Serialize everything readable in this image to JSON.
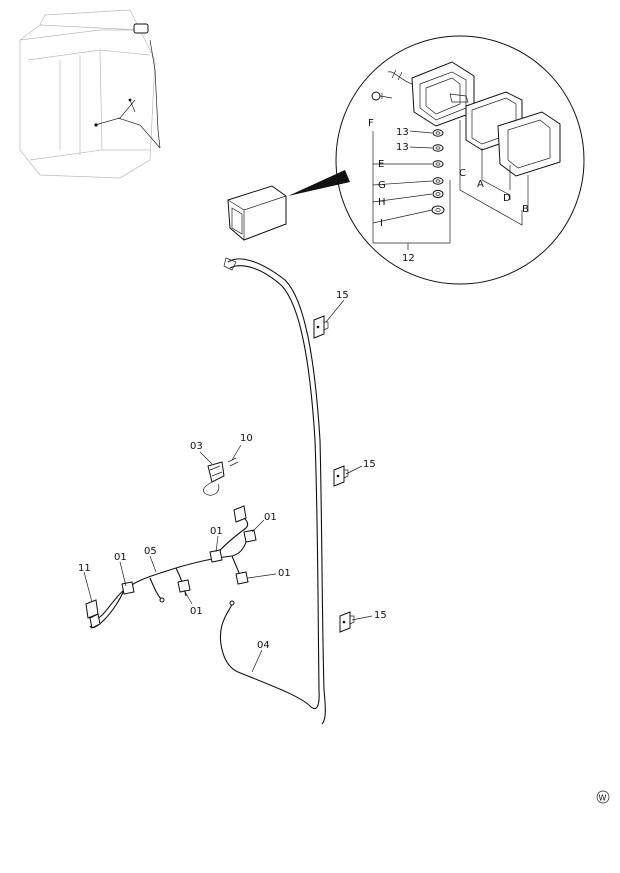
{
  "callouts": {
    "F": "F",
    "c13a": "13",
    "c13b": "13",
    "E": "E",
    "G": "G",
    "H": "H",
    "I": "I",
    "C": "C",
    "A": "A",
    "D": "D",
    "B": "B",
    "c12": "12",
    "c15a": "15",
    "c15b": "15",
    "c15c": "15",
    "c03": "03",
    "c10": "10",
    "c01a": "01",
    "c01b": "01",
    "c01c": "01",
    "c01d": "01",
    "c01e": "01",
    "c11": "11",
    "c05": "05",
    "c04": "04"
  },
  "mark": "W"
}
